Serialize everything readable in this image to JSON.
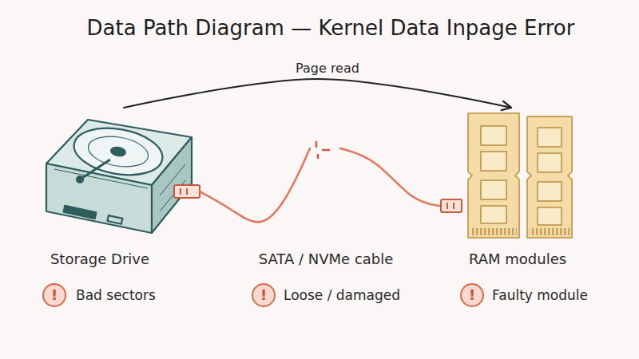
{
  "diagram": {
    "title": "Data Path Diagram — Kernel Data Inpage Error",
    "nodes": [
      {
        "text": [
          "Storage Drive",
          "Bad sectors"
        ]
      },
      {
        "text": [
          "RAM modules",
          "Faulty module"
        ]
      }
    ],
    "edges": [
      {
        "from": 0,
        "to": 1,
        "arrow": "to",
        "label": "Page read"
      },
      {
        "from": 0,
        "to": 1,
        "arrow": "none",
        "label": "SATA / NVMe cable"
      }
    ],
    "labels": [
      "!",
      "!",
      "Loose / damaged",
      "!"
    ]
  }
}
